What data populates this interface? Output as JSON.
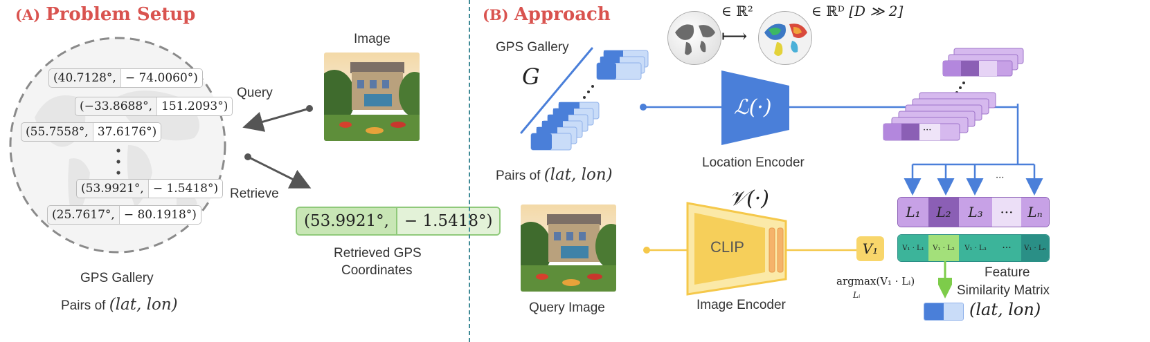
{
  "panel_a": {
    "tag": "(A)",
    "title": "Problem Setup",
    "image_label": "Image",
    "query_label": "Query",
    "retrieve_label": "Retrieve",
    "gallery_label": "GPS Gallery",
    "pairs_label": "Pairs of",
    "pairs_math": "(lat, lon)",
    "retrieved_label_1": "Retrieved GPS",
    "retrieved_label_2": "Coordinates",
    "coords": [
      {
        "lat": "(40.7128°,",
        "lon": "− 74.0060°)"
      },
      {
        "lat": "(−33.8688°,",
        "lon": "151.2093°)"
      },
      {
        "lat": "(55.7558°,",
        "lon": "37.6176°)"
      },
      {
        "lat": "(53.9921°,",
        "lon": "− 1.5418°)"
      },
      {
        "lat": "(25.7617°,",
        "lon": "− 80.1918°)"
      }
    ],
    "result": {
      "lat": "(53.9921°,",
      "lon": "− 1.5418°)"
    }
  },
  "panel_b": {
    "tag": "(B)",
    "title": "Approach",
    "gallery_label": "GPS Gallery",
    "gallery_symbol": "G",
    "pairs_label": "Pairs of",
    "pairs_math": "(lat, lon)",
    "r2": "∈ ℝ²",
    "maps_to": "⟼",
    "rd": "∈ ℝᴰ",
    "rd_cond": "[D ≫ 2]",
    "location_encoder_symbol": "ℒ(·)",
    "location_encoder_label": "Location Encoder",
    "image_encoder_symbol": "𝒱(·)",
    "clip_label": "CLIP",
    "image_encoder_label": "Image Encoder",
    "query_image_label": "Query Image",
    "v1": "V₁",
    "L_cells": [
      "L₁",
      "L₂",
      "L₃",
      "···",
      "Lₙ"
    ],
    "V_cells": [
      "V₁ · L₁",
      "V₁ · L₂",
      "V₁ · L₃",
      "···",
      "V₁ · Lₙ"
    ],
    "arrow_dots": "···",
    "stack_dots": "···",
    "argmax": "argmax(V₁ · Lᵢ)",
    "argmax_sub": "Lᵢ",
    "feature_label_1": "Feature",
    "feature_label_2": "Similarity Matrix",
    "output_math": "(lat, lon)"
  }
}
